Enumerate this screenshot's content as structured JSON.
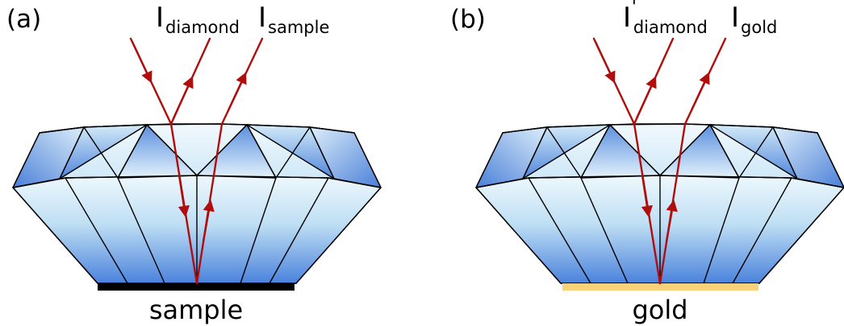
{
  "colors": {
    "ray": "#b00d0d",
    "sample_plate": "#000000",
    "gold_plate": "#f7d27a",
    "diamond_light": "#e9f5fb",
    "diamond_mid": "#b6d8f2",
    "diamond_dark": "#3f78d8"
  },
  "panel_a": {
    "label": "(a)",
    "beam1": {
      "main": "I",
      "sub": "diamond"
    },
    "beam2": {
      "main": "I",
      "sub": "sample"
    },
    "base_label": "sample"
  },
  "panel_b": {
    "label": "(b)",
    "beam1": {
      "main": "I",
      "sup": "'",
      "sub": "diamond"
    },
    "beam2": {
      "main": "I",
      "sub": "gold"
    },
    "base_label": "gold"
  }
}
